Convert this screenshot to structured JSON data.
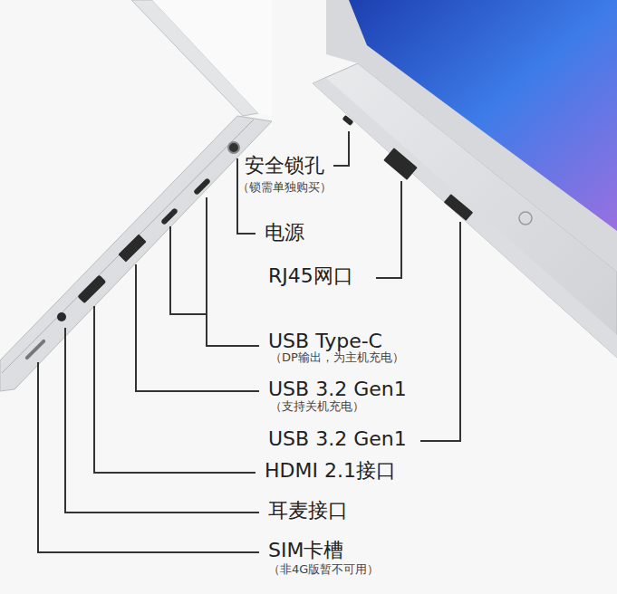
{
  "diagram": {
    "labels": [
      "安全锁孔",
      "（锁需单独购买）",
      "电源",
      "RJ45网口",
      "USB Type-C",
      "（DP输出，为主机充电）",
      "USB 3.2 Gen1",
      "（支持关机充电）",
      "USB 3.2 Gen1",
      "HDMI 2.1接口",
      "耳麦接口",
      "SIM卡槽",
      "（非4G版暂不可用）"
    ]
  }
}
